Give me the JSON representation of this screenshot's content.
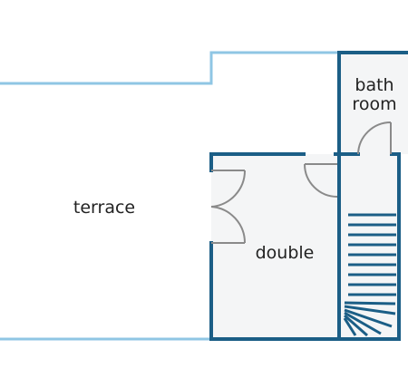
{
  "colors": {
    "wall_outer": "#1b5e86",
    "wall_terrace": "#8fc6e4",
    "floor": "#f4f5f6",
    "door": "#8a8a8a",
    "stairs": "#1b5e86",
    "text": "#222222"
  },
  "rooms": {
    "terrace": {
      "label": "terrace"
    },
    "double": {
      "label": "double"
    },
    "bathroom": {
      "line1": "bath",
      "line2": "room"
    }
  }
}
